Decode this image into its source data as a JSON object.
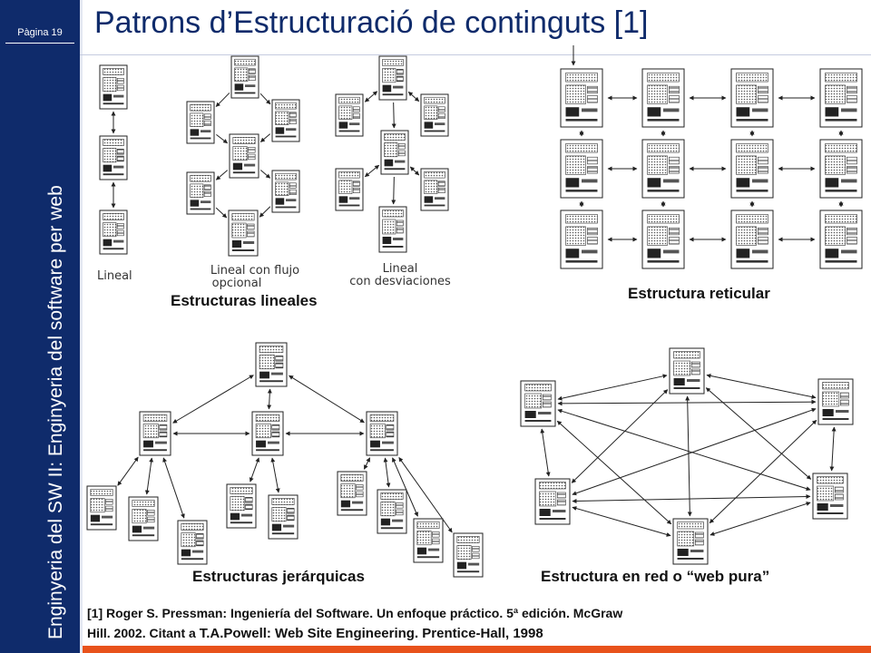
{
  "header": {
    "page_label": "Pàgina 19",
    "title": "Patrons d’Estructuració de continguts [1]"
  },
  "sidebar": {
    "course_title": "Enginyeria del SW II: Enginyeria del software per web"
  },
  "figures": {
    "linear": {
      "sketch_labels": {
        "lineal": "Lineal",
        "lineal_flujo_1": "Lineal con flujo",
        "lineal_flujo_2": "opcional",
        "lineal_desv_1": "Lineal",
        "lineal_desv_2": "con desviaciones"
      },
      "caption": "Estructuras lineales"
    },
    "grid": {
      "caption": "Estructura reticular"
    },
    "hierarchy": {
      "caption": "Estructuras jerárquicas"
    },
    "network": {
      "caption": "Estructura en red o “web pura”"
    }
  },
  "footnote": {
    "line1": "[1] Roger S. Pressman: Ingeniería del Software. Un enfoque práctico. 5ª edición. McGraw",
    "line2_part1": "Hill. 2002. Citant a ",
    "line2_part2": "T.A.Powell: Web Site Engineering. Prentice-Hall, 1998"
  },
  "colors": {
    "sidebar": "#0f2b6b",
    "accent_bar": "#e8521b",
    "title": "#0f2b6b"
  }
}
